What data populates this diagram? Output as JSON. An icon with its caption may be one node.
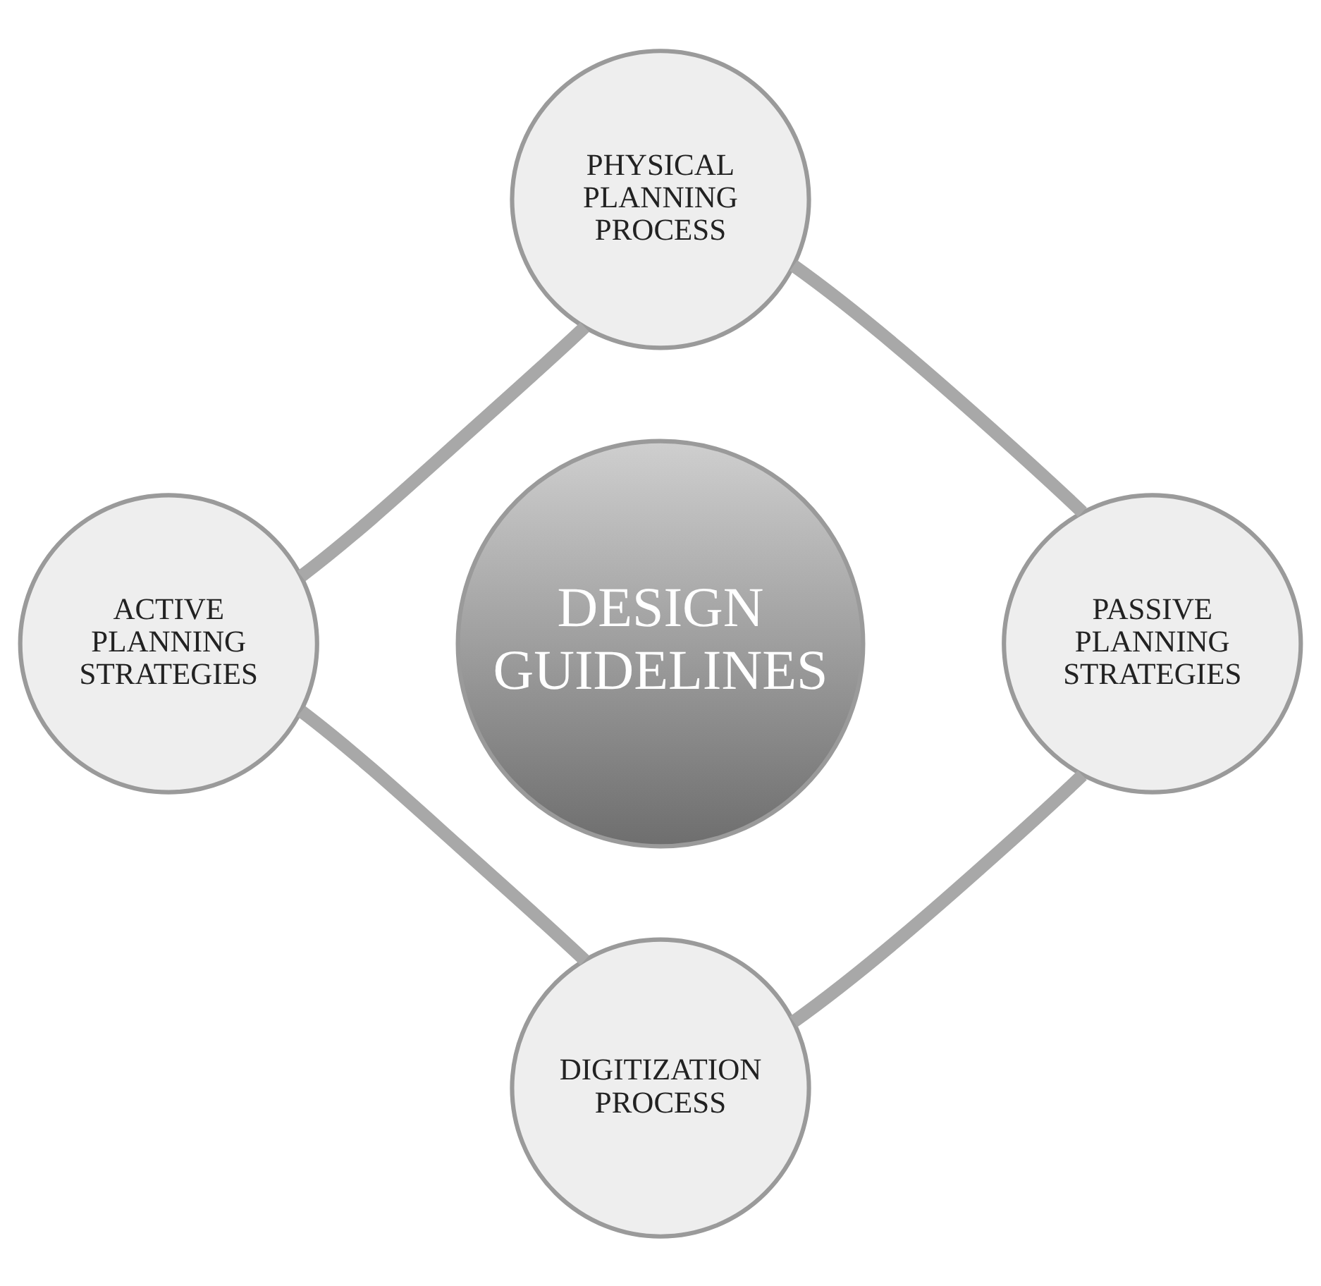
{
  "diagram": {
    "nodes": [
      {
        "text": [
          "PHYSICAL PLANNING PROCESS"
        ]
      },
      {
        "text": [
          "ACTIVE PLANNING STRATEGIES"
        ]
      },
      {
        "text": [
          "DESIGN GUIDELINES"
        ]
      },
      {
        "text": [
          "PASSIVE PLANNING STRATEGIES"
        ]
      },
      {
        "text": [
          "DIGITIZATION PROCESS"
        ]
      }
    ],
    "edges": [
      {
        "from": 0,
        "to": 3,
        "arrow": "none"
      },
      {
        "from": 3,
        "to": 4,
        "arrow": "none"
      },
      {
        "from": 4,
        "to": 1,
        "arrow": "none"
      },
      {
        "from": 1,
        "to": 0,
        "arrow": "none"
      }
    ]
  }
}
